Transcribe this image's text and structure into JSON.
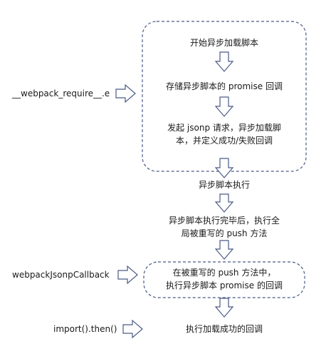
{
  "diagram": {
    "steps": [
      "开始异步加载脚本",
      "存储异步脚本的 promise 回调",
      "发起 jsonp 请求，异步加载脚\n本，并定义成功/失败回调",
      "异步脚本执行",
      "异步脚本执行完毕后，执行全\n局被重写的 push 方法",
      "在被重写的 push 方法中，\n执行异步脚本 promise 的回调",
      "执行加载成功的回调"
    ],
    "side_labels": [
      "__webpack_require__.e",
      "webpackJsonpCallback",
      "import().then()"
    ]
  },
  "colors": {
    "outline": "#4a5a86",
    "arrow": "#4a5a86",
    "text": "#1a1a1a"
  }
}
